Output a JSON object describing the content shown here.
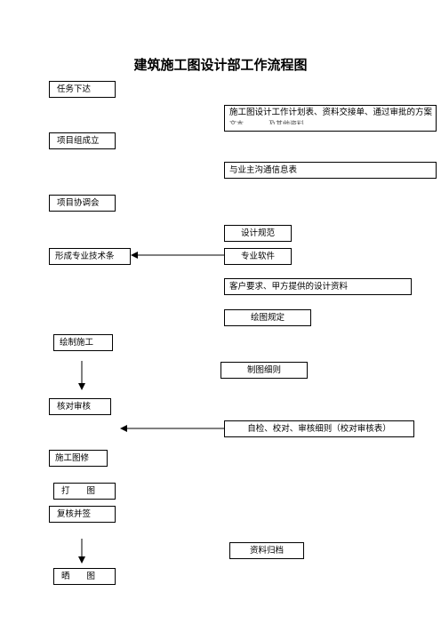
{
  "title": "建筑施工图设计部工作流程图",
  "left_steps": [
    "任务下达",
    "项目组成立",
    "项目协调会",
    "形成专业技术条",
    "绘制施工",
    "核对审核",
    "施工图修",
    "打　　图",
    "复核并签",
    "晒　　图"
  ],
  "right_inputs": {
    "plan_docs_line1": "施工图设计工作计划表、资料交接单、通过审批的方案",
    "plan_docs_line2": "文本、、、、、、及其他资料",
    "owner_comm": "与业主沟通信息表",
    "design_spec": "设计规范",
    "software": "专业软件",
    "client_req": "客户要求、甲方提供的设计资料",
    "drawing_rules": "绘图规定",
    "drafting_details": "制图细则",
    "check_details": "自检、校对、审核细则（校对审核表）",
    "archive": "资料归档"
  }
}
